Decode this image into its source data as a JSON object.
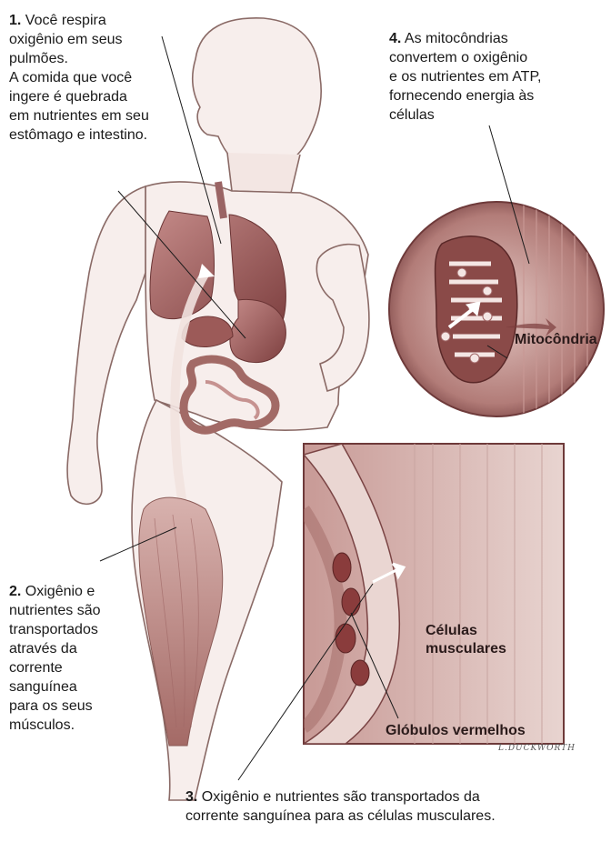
{
  "captions": [
    {
      "num": "1.",
      "text": "Você respira\noxigênio em seus\npulmões.\nA comida que você\ningere é quebrada\nem nutrientes em seu\nestômago e intestino."
    },
    {
      "num": "2.",
      "text": "Oxigênio e\nnutrientes são\ntransportados\natravés da\ncorrente\nsanguínea\npara os seus\nmúsculos."
    },
    {
      "num": "3.",
      "text": "Oxigênio e nutrientes são transportados da\ncorrente sanguínea para as células musculares."
    },
    {
      "num": "4.",
      "text": "As mitocôndrias\nconvertem o oxigênio\ne os nutrientes em ATP,\nfornecendo energia às\ncélulas"
    }
  ],
  "labels": {
    "mitochondria": "Mitocôndria",
    "muscle_cells": "Células\nmusculares",
    "red_blood_cells": "Glóbulos vermelhos"
  },
  "signature": "L.DUCKWORTH",
  "colors": {
    "tissue": "#b07878",
    "tissue_dark": "#7a3c3c",
    "skin_line": "#8a6a66",
    "text": "#1a1a1a"
  }
}
